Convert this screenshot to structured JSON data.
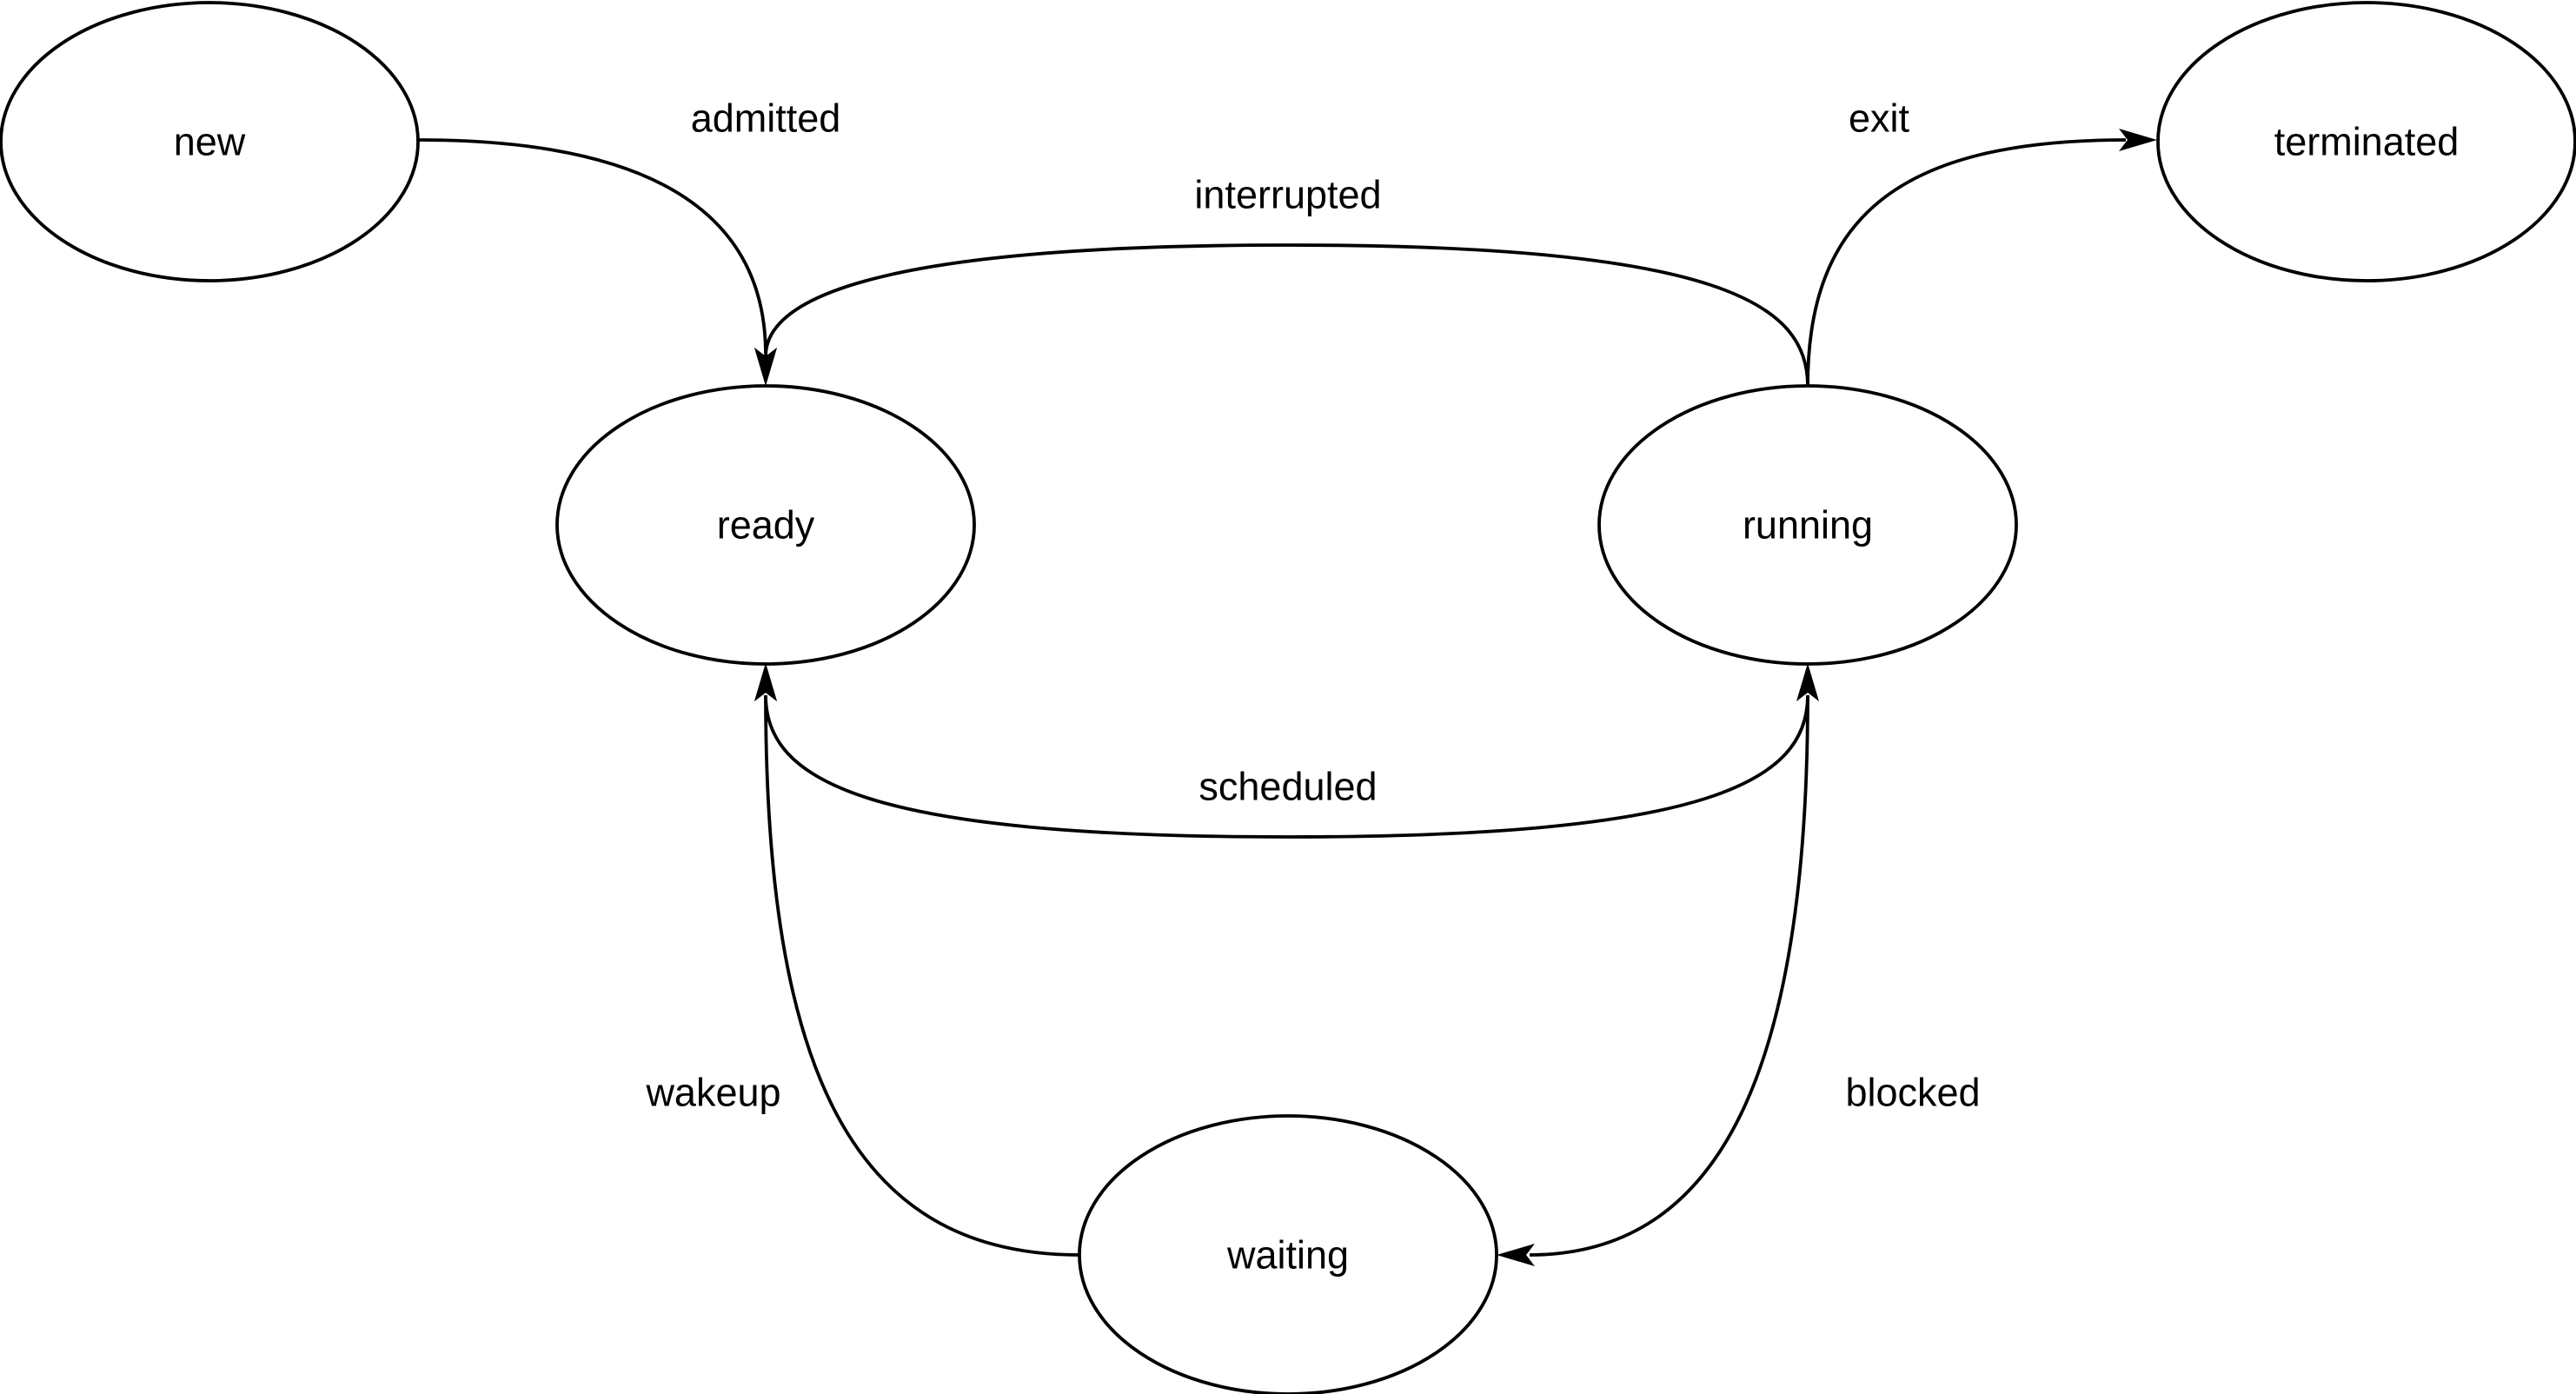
{
  "diagram": {
    "states": {
      "new": "new",
      "ready": "ready",
      "running": "running",
      "terminated": "terminated",
      "waiting": "waiting"
    },
    "transitions": {
      "admitted": {
        "label": "admitted",
        "from": "new",
        "to": "ready"
      },
      "interrupted": {
        "label": "interrupted",
        "from": "running",
        "to": "ready"
      },
      "exit": {
        "label": "exit",
        "from": "running",
        "to": "terminated"
      },
      "scheduled": {
        "label": "scheduled",
        "from": "ready",
        "to": "running"
      },
      "wakeup": {
        "label": "wakeup",
        "from": "waiting",
        "to": "ready"
      },
      "blocked": {
        "label": "blocked",
        "from": "running",
        "to": "waiting"
      }
    }
  }
}
